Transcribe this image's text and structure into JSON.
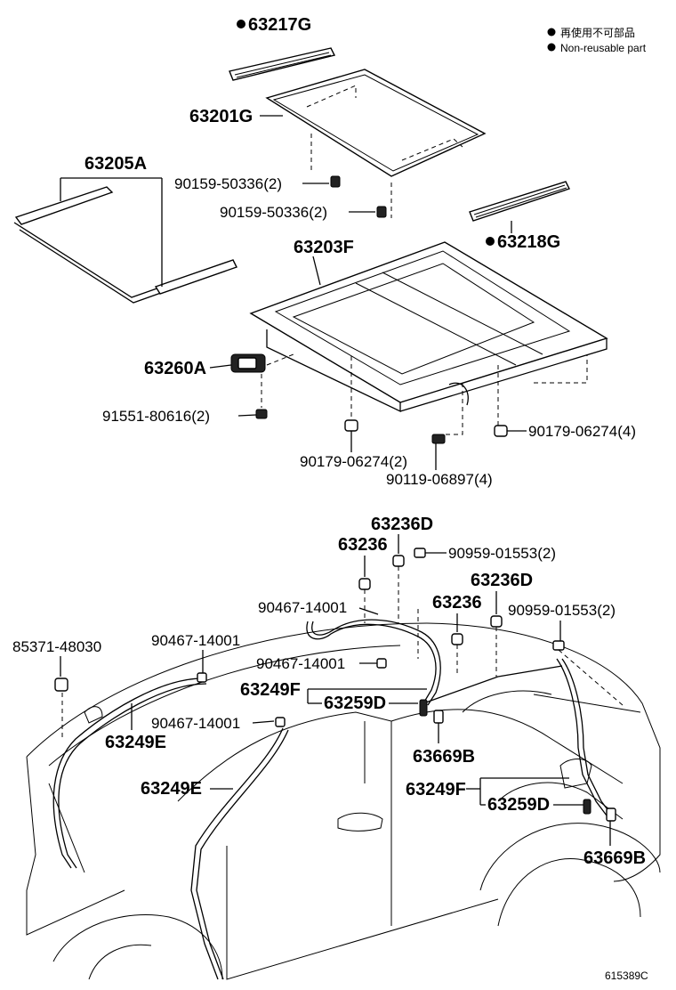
{
  "legend": {
    "line1": "再使用不可部品",
    "line2": "Non-reusable part"
  },
  "figure_code": "615389C",
  "parts": {
    "p63217G": "63217G",
    "p63201G": "63201G",
    "p63205A": "63205A",
    "p90159_a": "90159-50336(2)",
    "p90159_b": "90159-50336(2)",
    "p63218G": "63218G",
    "p63203F": "63203F",
    "p63260A": "63260A",
    "p91551": "91551-80616(2)",
    "p90179_a": "90179-06274(4)",
    "p90179_b": "90179-06274(2)",
    "p90119": "90119-06897(4)",
    "p63236D_a": "63236D",
    "p63236_a": "63236",
    "p90959_a": "90959-01553(2)",
    "p63236D_b": "63236D",
    "p63236_b": "63236",
    "p90959_b": "90959-01553(2)",
    "p90467_a": "90467-14001",
    "p85371": "85371-48030",
    "p90467_b": "90467-14001",
    "p90467_c": "90467-14001",
    "p63249F_a": "63249F",
    "p63259D_a": "63259D",
    "p90467_d": "90467-14001",
    "p63249E_a": "63249E",
    "p63669B_a": "63669B",
    "p63249E_b": "63249E",
    "p63249F_b": "63249F",
    "p63259D_b": "63259D",
    "p63669B_b": "63669B"
  }
}
